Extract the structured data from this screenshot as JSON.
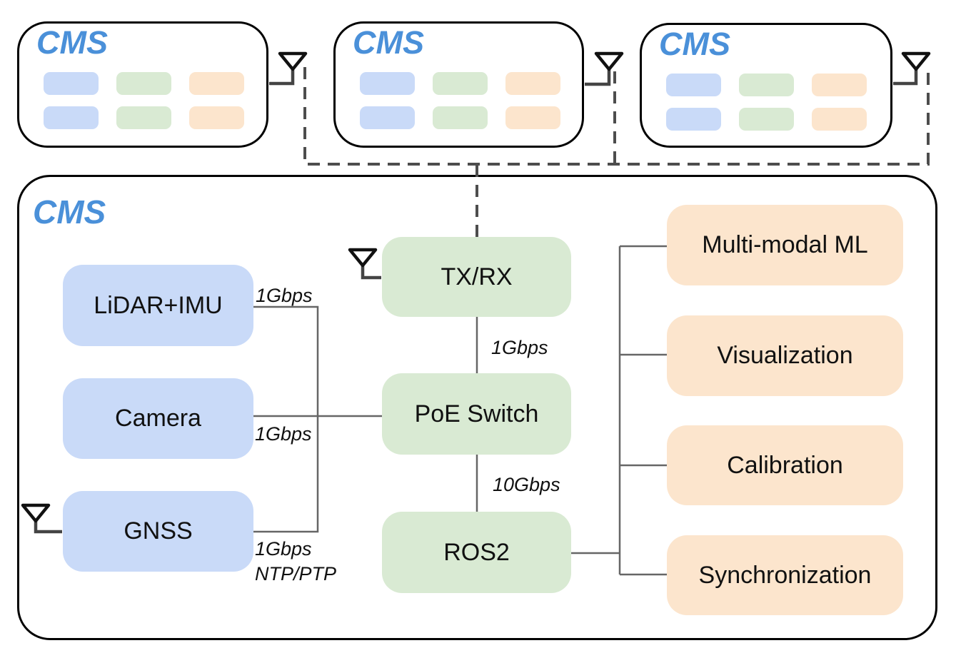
{
  "diagram": {
    "remote_units": [
      {
        "title": "CMS"
      },
      {
        "title": "CMS"
      },
      {
        "title": "CMS"
      }
    ],
    "main_unit": {
      "title": "CMS",
      "sensor_nodes": [
        {
          "label": "LiDAR+IMU"
        },
        {
          "label": "Camera"
        },
        {
          "label": "GNSS"
        }
      ],
      "network_nodes": [
        {
          "label": "TX/RX"
        },
        {
          "label": "PoE Switch"
        },
        {
          "label": "ROS2"
        }
      ],
      "software_nodes": [
        {
          "label": "Multi-modal ML"
        },
        {
          "label": "Visualization"
        },
        {
          "label": "Calibration"
        },
        {
          "label": "Synchronization"
        }
      ],
      "link_labels": {
        "lidar_link": "1Gbps",
        "camera_link": "1Gbps",
        "gnss_link_line1": "1Gbps",
        "gnss_link_line2": "NTP/PTP",
        "txrx_to_poe": "1Gbps",
        "poe_to_ros2": "10Gbps"
      }
    },
    "icons": [
      "antenna-icon"
    ],
    "colors": {
      "sensor_fill": "#c9daf8",
      "network_fill": "#d9ead3",
      "software_fill": "#fce5cd",
      "title_blue": "#4a90d9",
      "wire_gray": "#666666",
      "dashed_gray": "#4d4d4d",
      "outline_black": "#000000"
    }
  }
}
